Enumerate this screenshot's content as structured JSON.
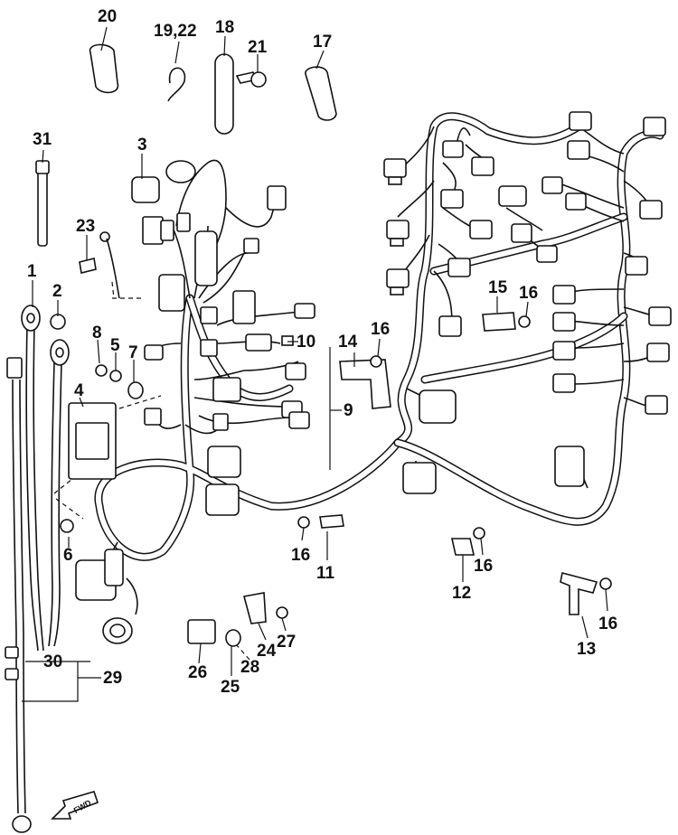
{
  "callouts": {
    "n1": "1",
    "n2": "2",
    "n3": "3",
    "n4": "4",
    "n5": "5",
    "n6": "6",
    "n7": "7",
    "n8": "8",
    "n9": "9",
    "n10": "10",
    "n11": "11",
    "n12": "12",
    "n13": "13",
    "n14": "14",
    "n15": "15",
    "n16a": "16",
    "n16b": "16",
    "n16c": "16",
    "n16d": "16",
    "n16e": "16",
    "n17": "17",
    "n18": "18",
    "n1922": "19,22",
    "n20": "20",
    "n21": "21",
    "n23": "23",
    "n24": "24",
    "n25": "25",
    "n26": "26",
    "n27": "27",
    "n28": "28",
    "n29": "29",
    "n30": "30",
    "n31": "31"
  },
  "fwd_arrow": {
    "label": "FWD"
  }
}
